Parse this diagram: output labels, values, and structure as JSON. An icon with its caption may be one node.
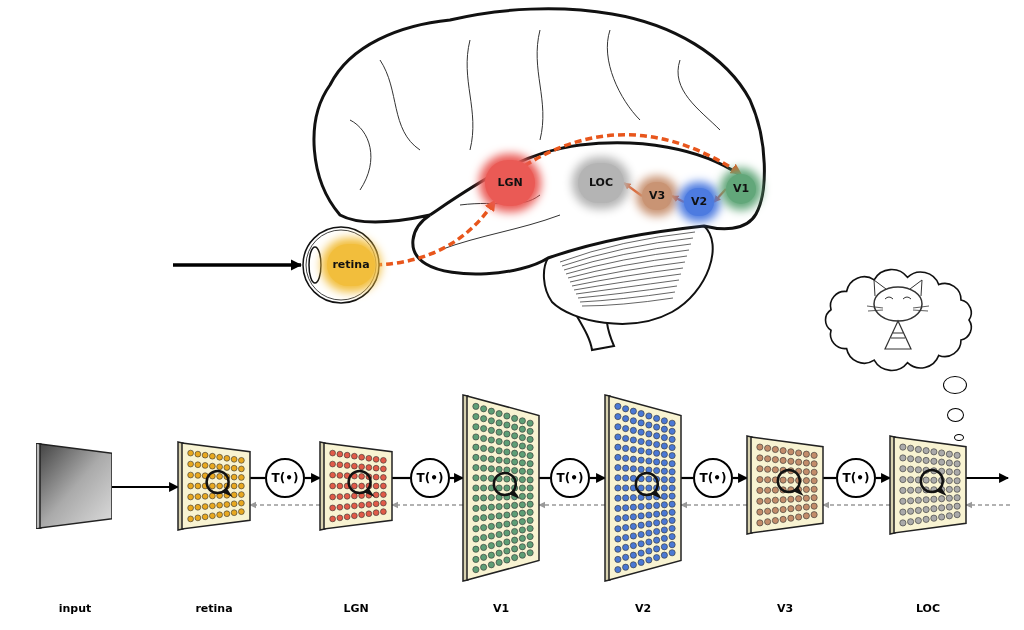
{
  "diagram": {
    "nodes": [
      {
        "text": [],
        "shape": "picture"
      },
      {
        "text": [
          "retina"
        ],
        "in": 0
      },
      {
        "text": [
          "LGN"
        ]
      },
      {
        "text": [
          "LOC"
        ]
      },
      {
        "text": [
          "V3"
        ]
      },
      {
        "text": [
          "V2"
        ]
      },
      {
        "text": [
          "V1"
        ]
      },
      {
        "text": [],
        "shape": "cloud"
      },
      {
        "text": [],
        "shape": "picture"
      },
      {
        "text": [],
        "shape": "box"
      },
      {
        "text": [
          "T(•)"
        ]
      },
      {
        "text": [],
        "shape": "box"
      },
      {
        "text": [
          "T(•)"
        ]
      },
      {
        "text": [],
        "shape": "box"
      },
      {
        "text": [
          "T(•)"
        ]
      },
      {
        "text": [],
        "shape": "box"
      },
      {
        "text": [
          "T(•)"
        ]
      },
      {
        "text": [],
        "shape": "box"
      },
      {
        "text": [
          "T(•)"
        ]
      },
      {
        "text": [],
        "shape": "box"
      }
    ],
    "labels": [
      "input",
      "retina",
      "LGN",
      "V1",
      "V2",
      "V3",
      "LOC"
    ],
    "edges": [
      {
        "from": null,
        "to": 0,
        "arrow": "to"
      },
      {
        "from": 1,
        "to": 2,
        "arrow": "to",
        "style": "dashed",
        "color": "#e8561c"
      },
      {
        "from": 2,
        "to": 6,
        "arrow": "to",
        "style": "dashed",
        "color": "#e8561c"
      },
      {
        "from": 6,
        "to": 5,
        "arrow": "to",
        "color": "#e8561c"
      },
      {
        "from": 5,
        "to": 4,
        "arrow": "to",
        "color": "#e8561c"
      },
      {
        "from": 4,
        "to": 3,
        "arrow": "to",
        "color": "#e8561c"
      },
      {
        "from": 8,
        "to": 9,
        "arrow": "to"
      },
      {
        "from": 9,
        "to": 10,
        "arrow": "none"
      },
      {
        "from": 10,
        "to": 11,
        "arrow": "to"
      },
      {
        "from": 11,
        "to": 12,
        "arrow": "none"
      },
      {
        "from": 12,
        "to": 13,
        "arrow": "to"
      },
      {
        "from": 13,
        "to": 14,
        "arrow": "none"
      },
      {
        "from": 14,
        "to": 15,
        "arrow": "to"
      },
      {
        "from": 15,
        "to": 16,
        "arrow": "none"
      },
      {
        "from": 16,
        "to": 17,
        "arrow": "to"
      },
      {
        "from": 17,
        "to": 18,
        "arrow": "none"
      },
      {
        "from": 18,
        "to": 19,
        "arrow": "to"
      },
      {
        "from": 19,
        "to": null,
        "arrow": "to"
      },
      {
        "from": null,
        "to": 19,
        "arrow": "to",
        "style": "dashed",
        "color": "#999999"
      },
      {
        "from": 19,
        "to": 17,
        "arrow": "to",
        "style": "dashed",
        "color": "#999999"
      },
      {
        "from": 17,
        "to": 15,
        "arrow": "to",
        "style": "dashed",
        "color": "#999999"
      },
      {
        "from": 15,
        "to": 13,
        "arrow": "to",
        "style": "dashed",
        "color": "#999999"
      },
      {
        "from": 13,
        "to": 11,
        "arrow": "to",
        "style": "dashed",
        "color": "#999999"
      },
      {
        "from": 11,
        "to": 9,
        "arrow": "to",
        "style": "dashed",
        "color": "#999999"
      }
    ]
  }
}
